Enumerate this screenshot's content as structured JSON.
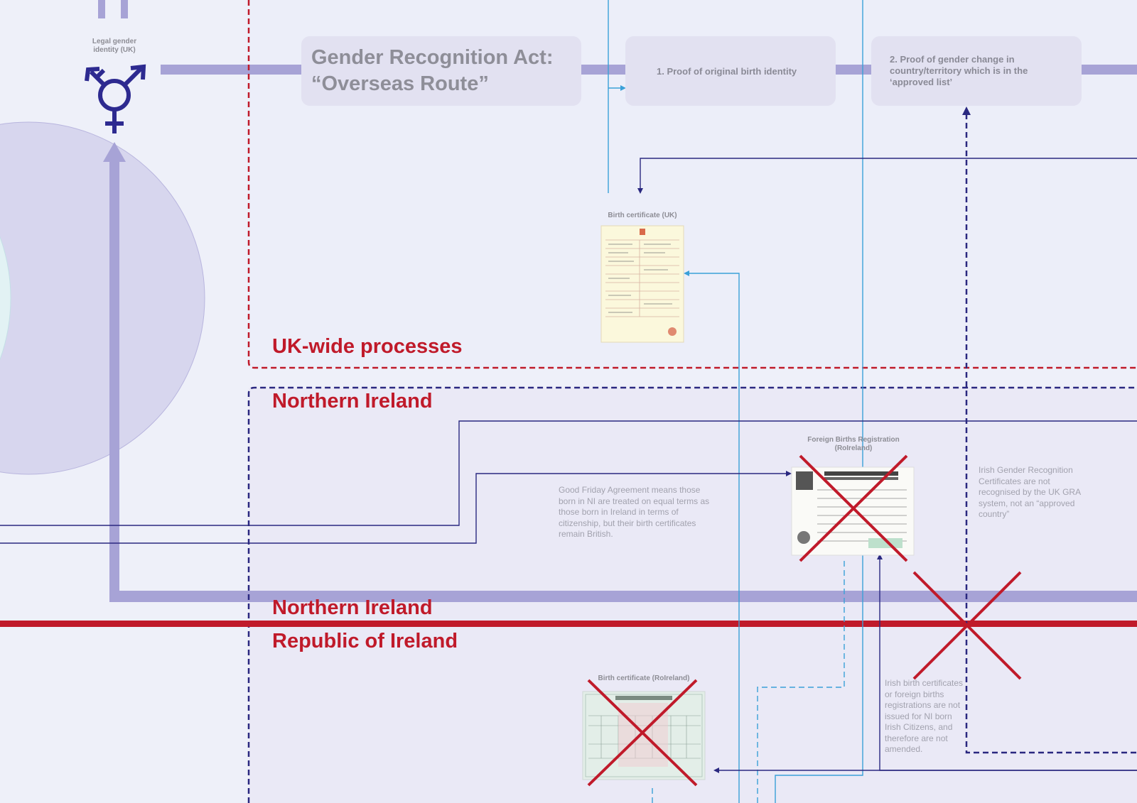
{
  "diagram": {
    "identity_label": "Legal gender\nidentity (UK)",
    "title_box": "Gender Recognition Act:\n“Overseas Route”",
    "step1": "1. Proof of original birth identity",
    "step2": "2. Proof of gender change in country/territory which is in the ‘approved list’",
    "regions": {
      "uk_wide": "UK-wide processes",
      "ni_top": "Northern Ireland",
      "ni_border": "Northern Ireland",
      "roi": "Republic of Ireland"
    },
    "documents": {
      "uk_birth_cert": "Birth certificate (UK)",
      "foreign_births": "Foreign Births Registration\n(RoIreland)",
      "roi_birth_cert": "Birth certificate (RoIreland)"
    },
    "notes": {
      "good_friday": "Good Friday Agreement means those born in NI are treated on equal terms as those born in Ireland in terms of citizenship, but their birth certificates remain British.",
      "irish_grc": "Irish Gender Recognition Certificates are not recognised by the UK GRA system, not an “approved country”",
      "irish_birth": "Irish birth certificates or foreign births registrations are not issued for NI born Irish Citizens, and therefore are not amended."
    },
    "icons": {
      "identity": "transgender-symbol-icon",
      "rejected": "red-cross-icon"
    },
    "colors": {
      "uk_red": "#c01a2a",
      "navy": "#2a2880",
      "flow_purple": "#a7a3d6",
      "cyan": "#3aa0d8"
    }
  }
}
